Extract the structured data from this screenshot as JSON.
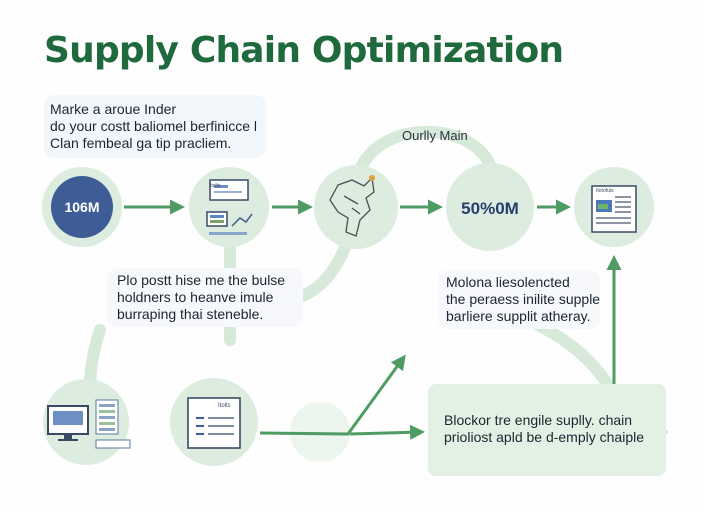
{
  "title": "Supply Chain Optimization",
  "notes": {
    "top": [
      "Marke a aroue Inder",
      "do your costt baliomel berfinicce l",
      "Clan fembeal ga tip pracliem."
    ],
    "middle": [
      "Plo postt hise me the bulse",
      "holdners to heanve imule",
      "burraping thai steneble."
    ],
    "right": [
      "Molona liesolencted",
      "the peraess inilite supple",
      "barliere supplit atheray."
    ],
    "bottom": [
      "Blockor tre engile suplly. chain",
      "prioliost apld be d-emply chaiple"
    ]
  },
  "labels": {
    "quarterly": "Ourlly Main",
    "node1_value": "106M",
    "node4_value": "50%0M",
    "doc_heading": "Itolts",
    "report_heading": "Itotofuls"
  },
  "colors": {
    "title": "#1e6a3c",
    "arrow": "#4e9b63",
    "circle_fill": "#dcecdf",
    "node1_fill": "#3e5c96",
    "connector": "#d7e9d9"
  },
  "icons": [
    "dashboard-icon",
    "map-icon",
    "report-icon",
    "computer-icon",
    "document-icon"
  ]
}
